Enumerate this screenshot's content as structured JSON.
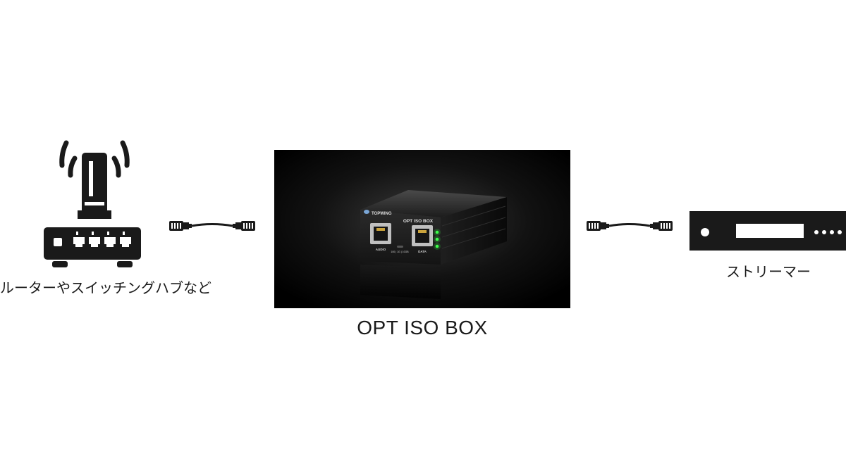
{
  "router": {
    "caption": "ルーターやスイッチングハブなど",
    "icon": "router-icon"
  },
  "streamer": {
    "caption": "ストリーマー",
    "icon": "streamer-icon"
  },
  "product": {
    "caption": "OPT ISO BOX",
    "device_label": "OPT ISO BOX",
    "brand": "TOPWING",
    "port_left_label": "AUDIO",
    "port_right_label": "DATA",
    "speed_label": "100 | 1G | 10GB"
  },
  "colors": {
    "icon": "#1a1a1a",
    "photo_background": "#000000",
    "led": "#3cff4a"
  }
}
